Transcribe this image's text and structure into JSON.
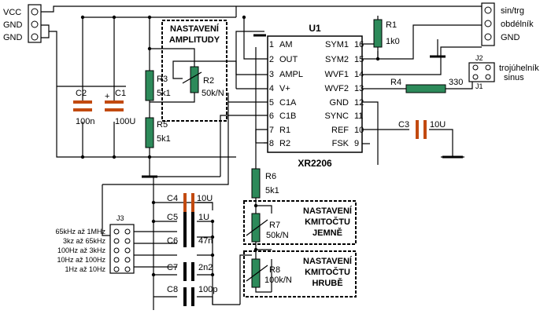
{
  "ic": {
    "ref": "U1",
    "part": "XR2206",
    "left_pins": [
      {
        "num": "1",
        "name": "AM"
      },
      {
        "num": "2",
        "name": "OUT"
      },
      {
        "num": "3",
        "name": "AMPL"
      },
      {
        "num": "4",
        "name": "V+"
      },
      {
        "num": "5",
        "name": "C1A"
      },
      {
        "num": "6",
        "name": "C1B"
      },
      {
        "num": "7",
        "name": "R1"
      },
      {
        "num": "8",
        "name": "R2"
      }
    ],
    "right_pins": [
      {
        "num": "16",
        "name": "SYM1"
      },
      {
        "num": "15",
        "name": "SYM2"
      },
      {
        "num": "14",
        "name": "WVF1"
      },
      {
        "num": "13",
        "name": "WVF2"
      },
      {
        "num": "12",
        "name": "GND"
      },
      {
        "num": "11",
        "name": "SYNC"
      },
      {
        "num": "10",
        "name": "REF"
      },
      {
        "num": "9",
        "name": "FSK"
      }
    ]
  },
  "connectors": {
    "power": [
      "VCC",
      "GND",
      "GND"
    ],
    "output": [
      "sin/trg",
      "obdélník",
      "GND"
    ],
    "j2_label": "J2",
    "j1_label": "J1",
    "wave1": "trojúhelník",
    "wave2": "sinus",
    "j3_label": "J3",
    "ranges": [
      "65kHz až 1MHz",
      "3kz až 65kHz",
      "100Hz až 3kHz",
      "10Hz až 100Hz",
      "1Hz až 10Hz"
    ]
  },
  "components": {
    "c1": {
      "ref": "C1",
      "val": "100U"
    },
    "c2": {
      "ref": "C2",
      "val": "100n"
    },
    "c3": {
      "ref": "C3",
      "val": "10U"
    },
    "c4": {
      "ref": "C4",
      "val": "10U"
    },
    "c5": {
      "ref": "C5",
      "val": "1U"
    },
    "c6": {
      "ref": "C6",
      "val": "47n"
    },
    "c7": {
      "ref": "C7",
      "val": "2n2"
    },
    "c8": {
      "ref": "C8",
      "val": "100p"
    },
    "r1": {
      "ref": "R1",
      "val": "1k0"
    },
    "r2": {
      "ref": "R2",
      "val": "50k/N"
    },
    "r3": {
      "ref": "R3",
      "val": "5k1"
    },
    "r4": {
      "ref": "R4",
      "val": "330"
    },
    "r5": {
      "ref": "R5",
      "val": "5k1"
    },
    "r6": {
      "ref": "R6",
      "val": "5k1"
    },
    "r7": {
      "ref": "R7",
      "val": "50k/N"
    },
    "r8": {
      "ref": "R8",
      "val": "100k/N"
    }
  },
  "boxes": {
    "amp_line1": "NASTAVENÍ",
    "amp_line2": "AMPLITUDY",
    "fine_line1": "NASTAVENÍ",
    "fine_line2": "KMITOČTU",
    "fine_line3": "JEMNĚ",
    "coarse_line1": "NASTAVENÍ",
    "coarse_line2": "KMITOČTU",
    "coarse_line3": "HRUBĚ"
  },
  "colors": {
    "capacitor": "#c24a10",
    "resistor": "#2d8a5a",
    "wire": "#000000"
  }
}
